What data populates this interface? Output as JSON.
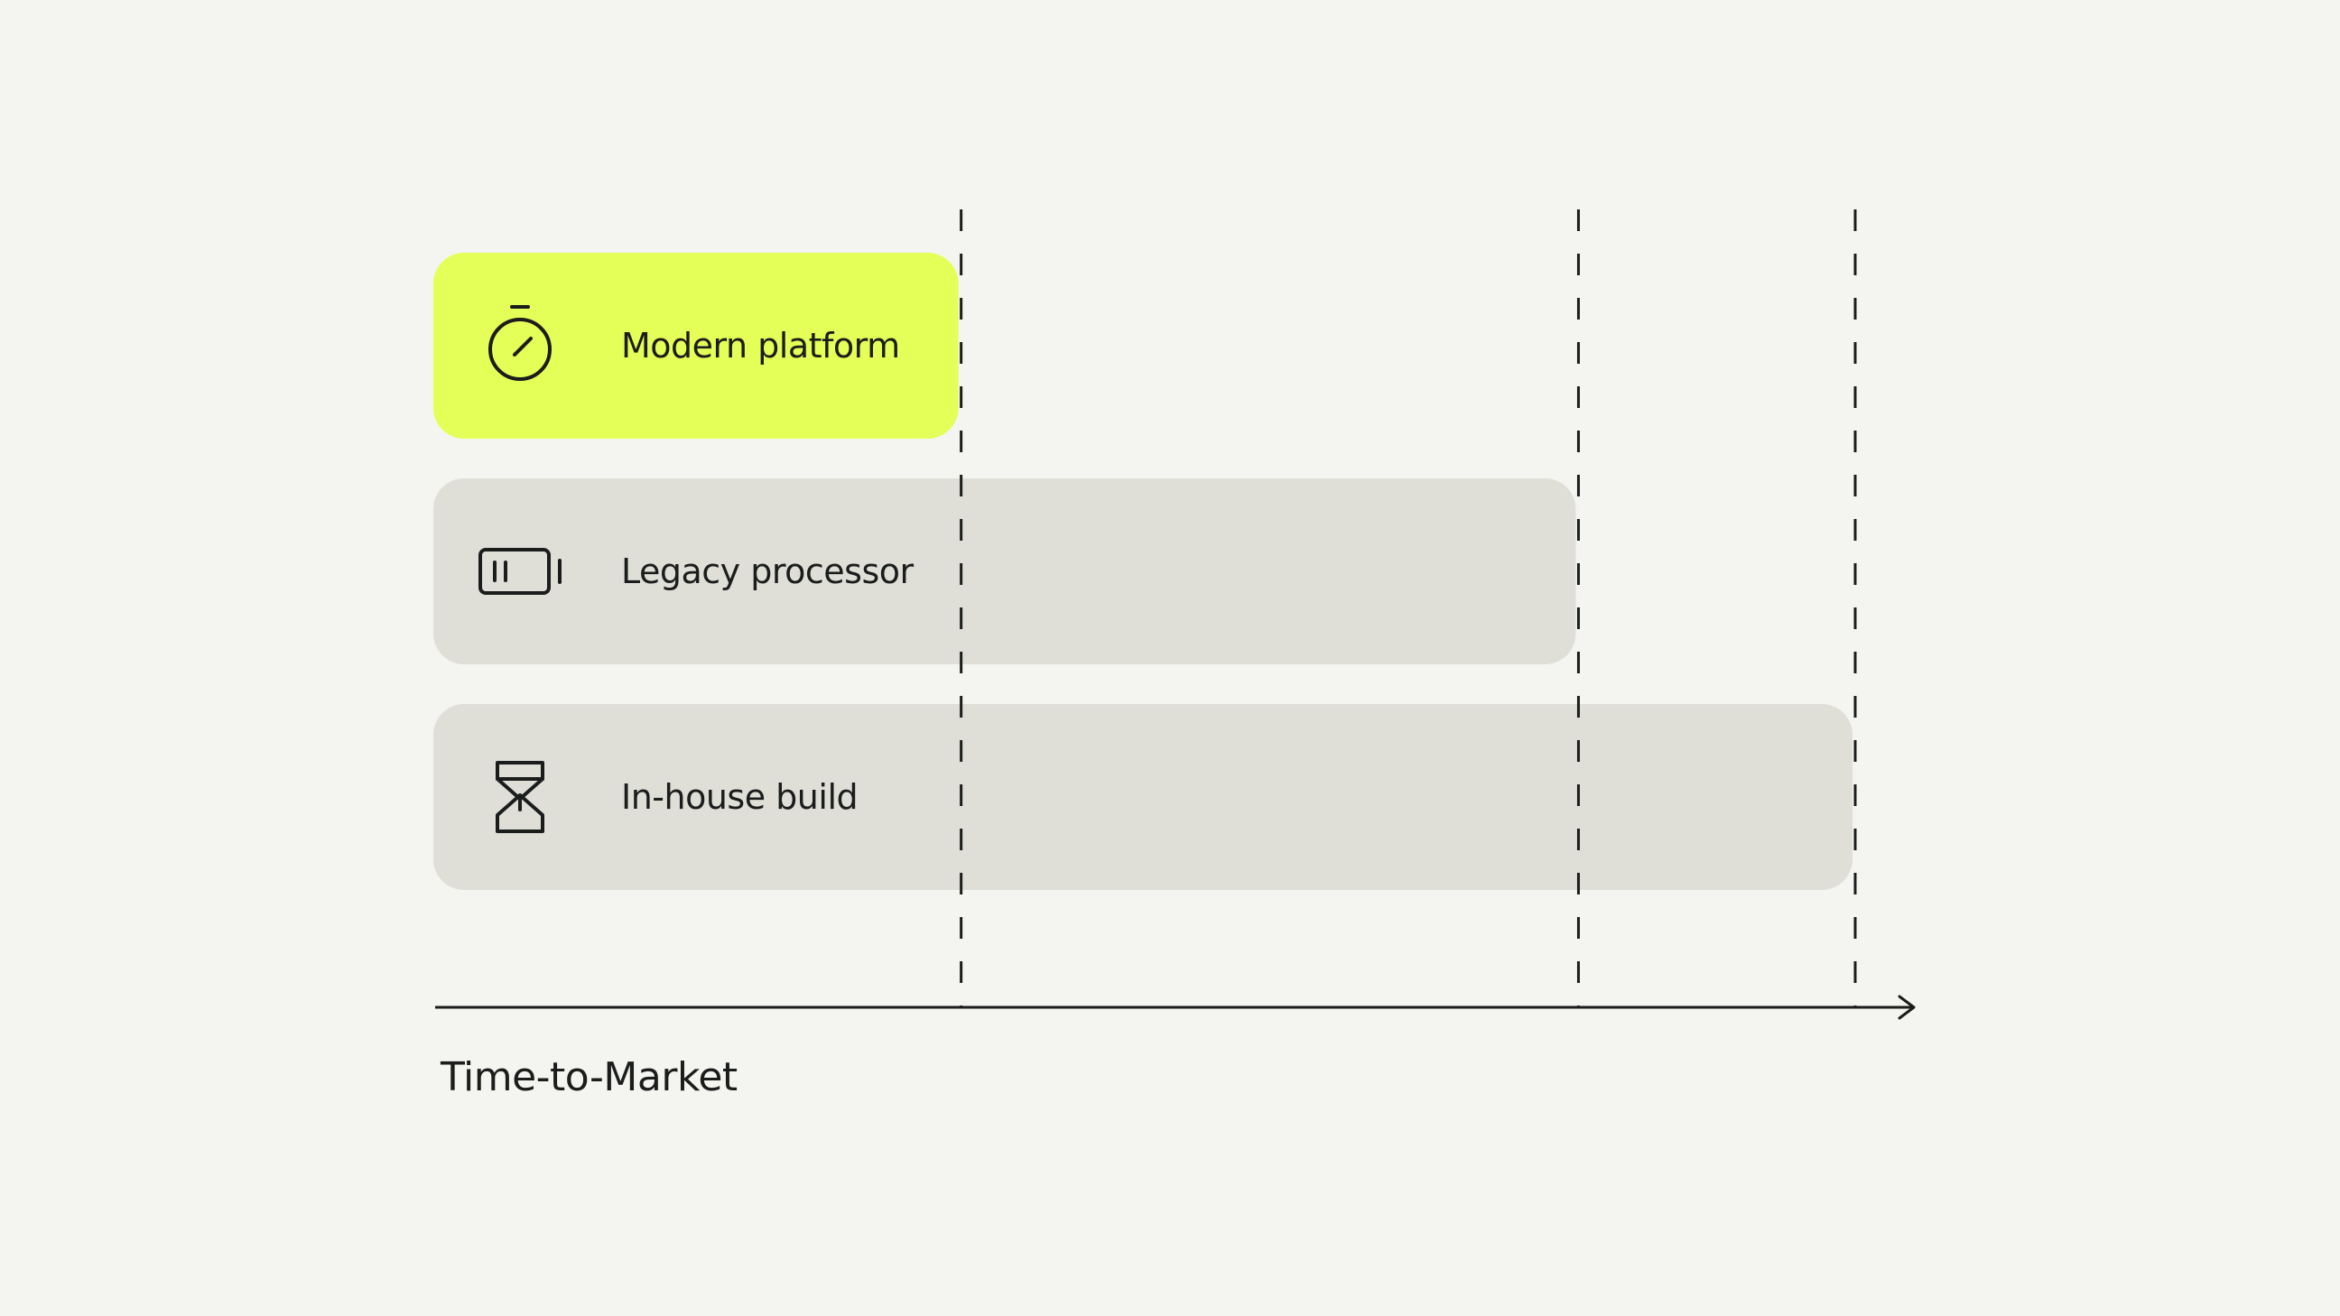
{
  "chart_data": {
    "type": "bar",
    "orientation": "horizontal",
    "xlabel": "Time-to-Market",
    "categories": [
      "Modern platform",
      "Legacy processor",
      "In-house build"
    ],
    "values": [
      0.37,
      0.805,
      1.0
    ],
    "value_unit": "relative time-to-market (longest = 1.0)",
    "bar_icons": [
      "stopwatch-icon",
      "battery-low-icon",
      "hourglass-icon"
    ],
    "highlight_index": 0,
    "reference_lines": "dashed vertical line at the end of each bar",
    "grid": false,
    "legend": "none"
  },
  "colors": {
    "background": "#f4f5f0",
    "highlight_bar": "#e4ff57",
    "default_bar": "#dfdfd8",
    "ink": "#1b1d1c"
  }
}
